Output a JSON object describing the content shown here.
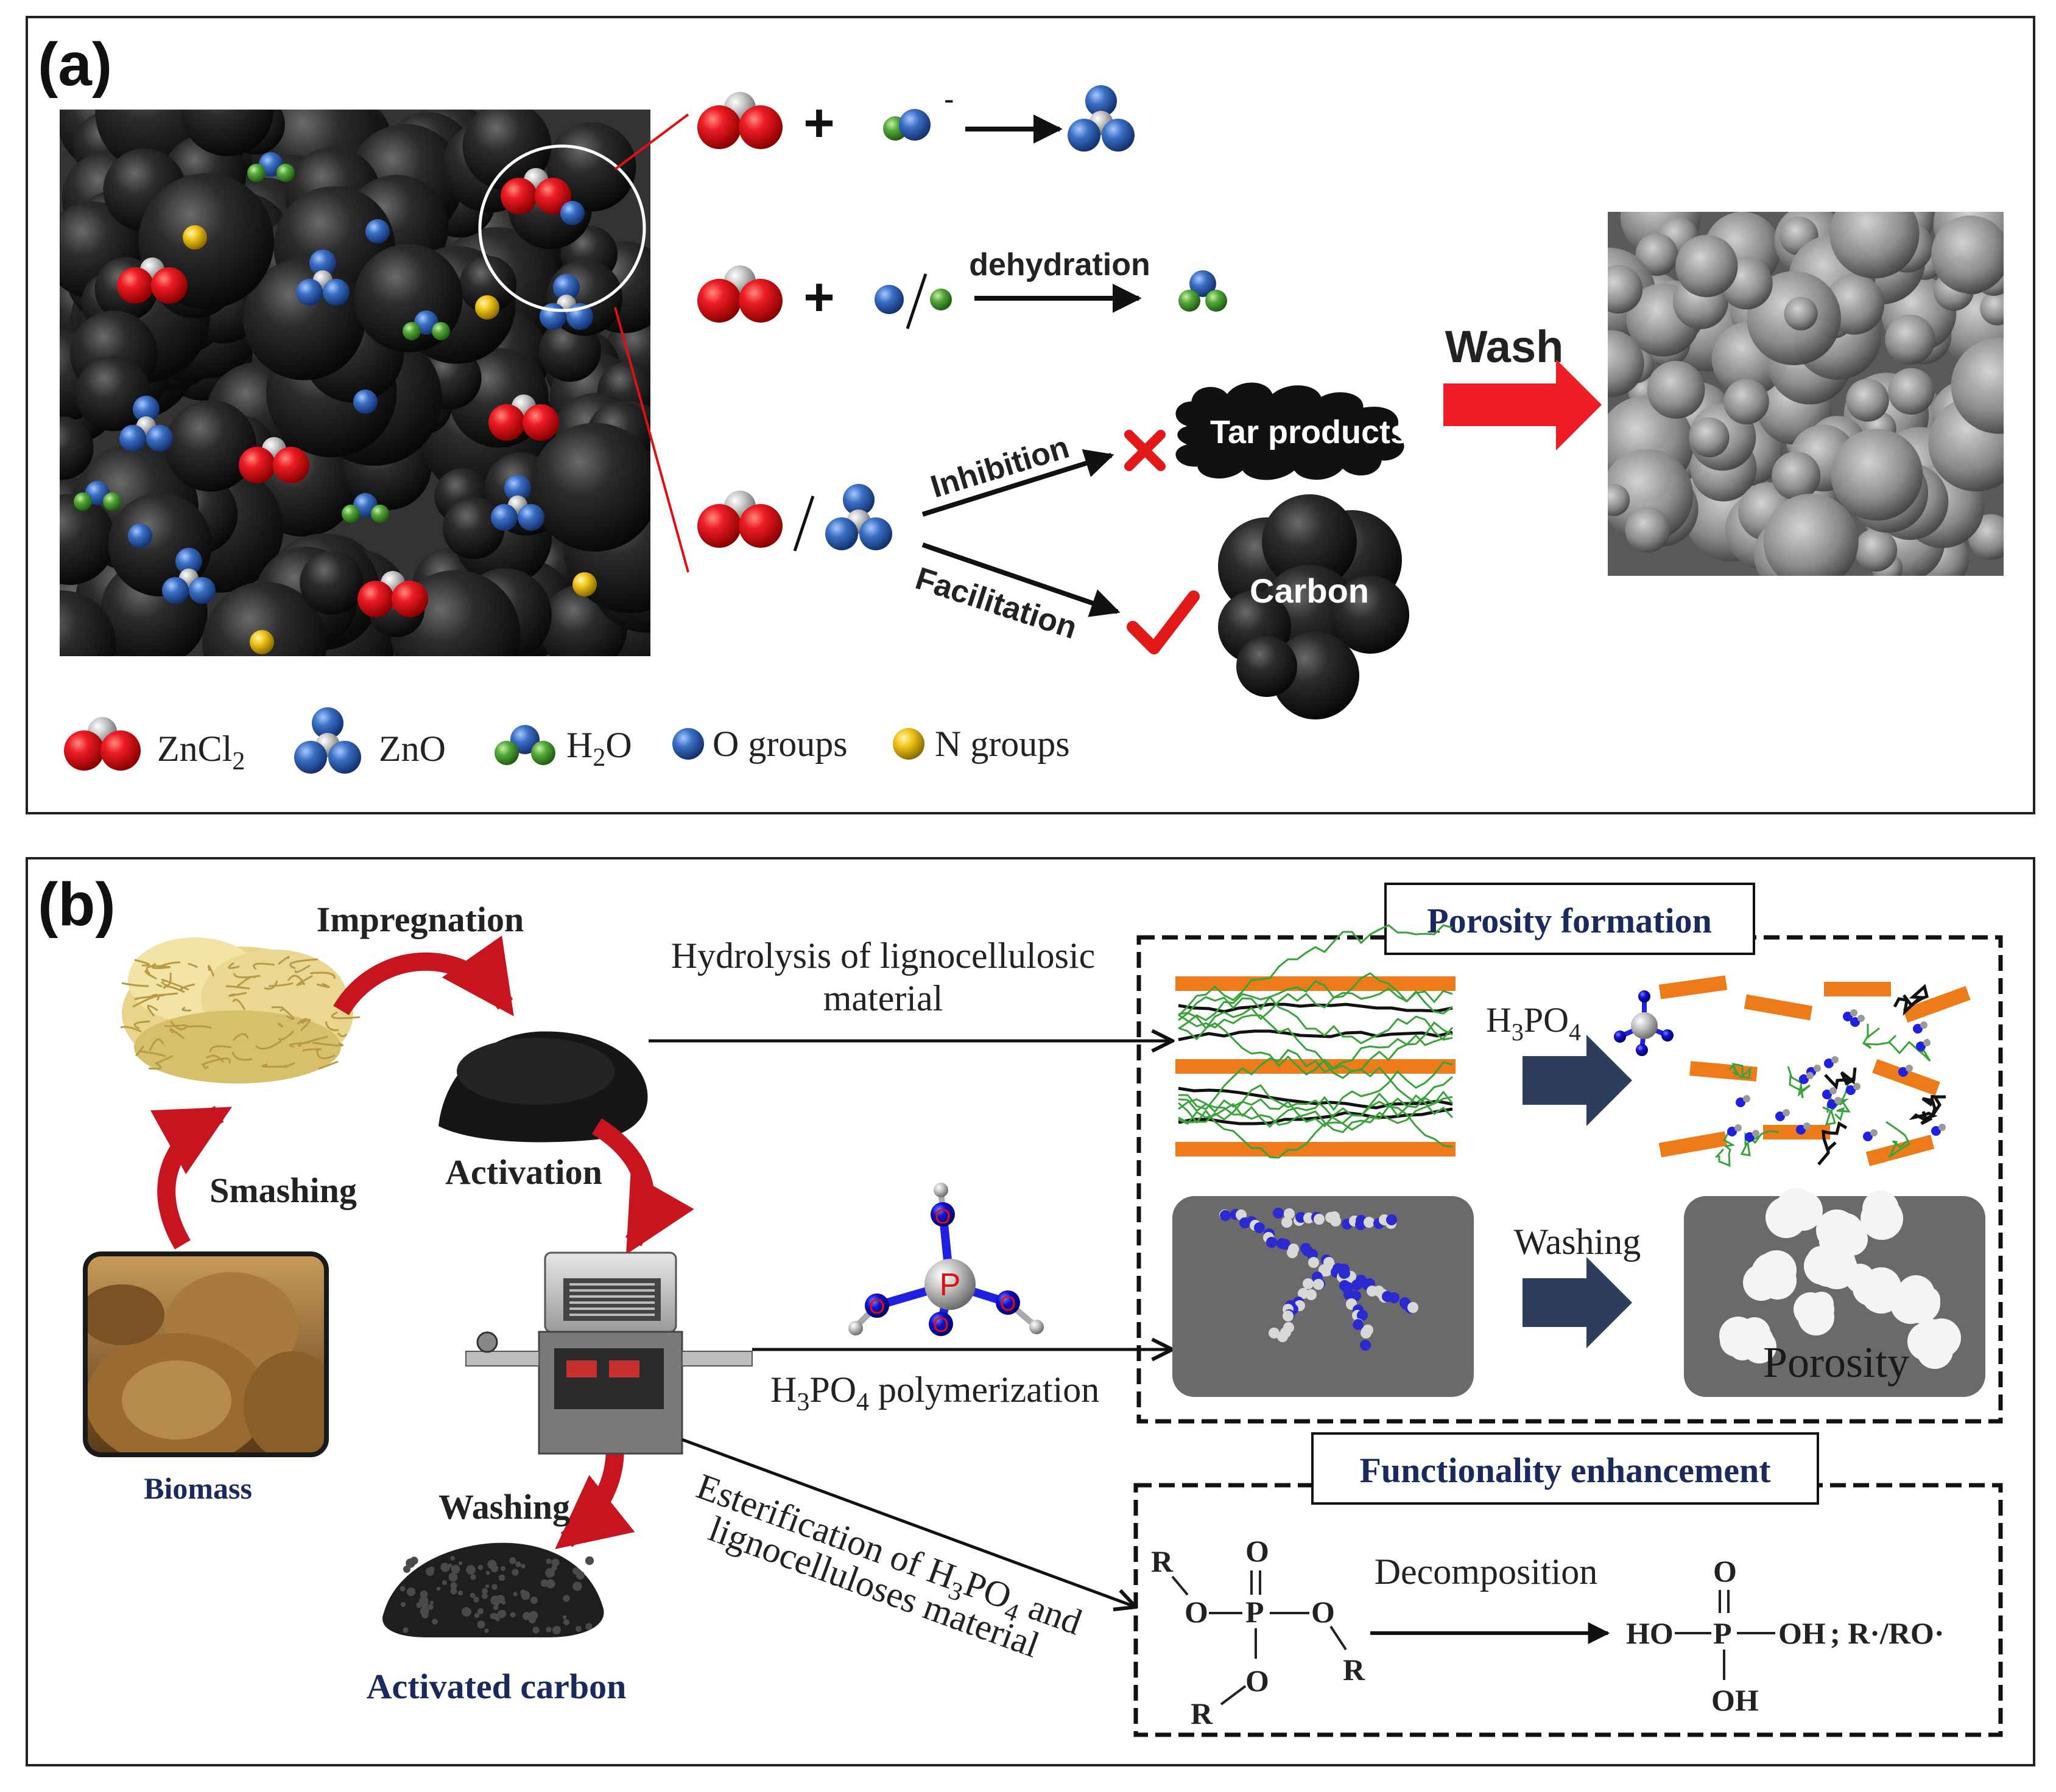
{
  "panel_a": {
    "label": "(a)",
    "reaction1_plus": "+",
    "reaction1_superscript": "-",
    "reaction2_plus": "+",
    "reaction2_arrow_label": "dehydration",
    "inhibition_label": "Inhibition",
    "facilitation_label": "Facilitation",
    "tar_label": "Tar products",
    "carbon_label": "Carbon",
    "wash_label": "Wash",
    "legend": [
      {
        "main": "ZnCl",
        "sub": "2",
        "rest": ""
      },
      {
        "main": "ZnO",
        "sub": "",
        "rest": ""
      },
      {
        "main": "H",
        "sub": "2",
        "rest": "O"
      },
      {
        "main": "O groups",
        "sub": "",
        "rest": ""
      },
      {
        "main": "N groups",
        "sub": "",
        "rest": ""
      }
    ],
    "colors": {
      "zncl2": "#e3101a",
      "zno": "#3a6fc4",
      "h2o_green": "#55a83c",
      "n_group": "#f0c419",
      "wash_arrow": "#ee1c24",
      "check": "#e31818"
    }
  },
  "panel_b": {
    "label": "(b)",
    "impregnation": "Impregnation",
    "smashing": "Smashing",
    "activation": "Activation",
    "washing_step": "Washing",
    "biomass": "Biomass",
    "activated_carbon": "Activated carbon",
    "hydrolysis_line1": "Hydrolysis of  lignocellulosic",
    "hydrolysis_line2": "material",
    "polymerization": {
      "h": "H",
      "sub3": "3",
      "po": "PO",
      "sub4": "4",
      "rest": " polymerization"
    },
    "esterification_line1": {
      "a": "Esterification of H",
      "sub3": "3",
      "po": "PO",
      "sub4": "4",
      "b": " and"
    },
    "esterification_line2": "lignocelluloses material",
    "porosity_box_title": "Porosity formation",
    "h3po4_label": {
      "h": "H",
      "sub3": "3",
      "po": "PO",
      "sub4": "4"
    },
    "washing_label": "Washing",
    "porosity_label": "Porosity",
    "functionality_box_title": "Functionality enhancement",
    "decomposition": "Decomposition",
    "ester": {
      "r1": "R",
      "o_left": "O",
      "p": "P",
      "o_top": "O",
      "o_right": "O",
      "r2": "R",
      "o_bottom": "O",
      "r3": "R"
    },
    "product": {
      "ho": "HO",
      "p": "P",
      "o_top": "O",
      "oh_right": "OH",
      "radicals": "; R·/RO·",
      "oh_bottom": "OH"
    },
    "molecule": {
      "p": "P",
      "o1": "O",
      "o2": "O",
      "o3": "O",
      "o4": "O"
    },
    "colors": {
      "title_navy": "#1b2a5c",
      "orange_bar": "#ee7b1a",
      "fiber_green": "#39a33a",
      "block_arrow": "#2c3e5c",
      "curved_arrow": "#c8141e"
    }
  }
}
